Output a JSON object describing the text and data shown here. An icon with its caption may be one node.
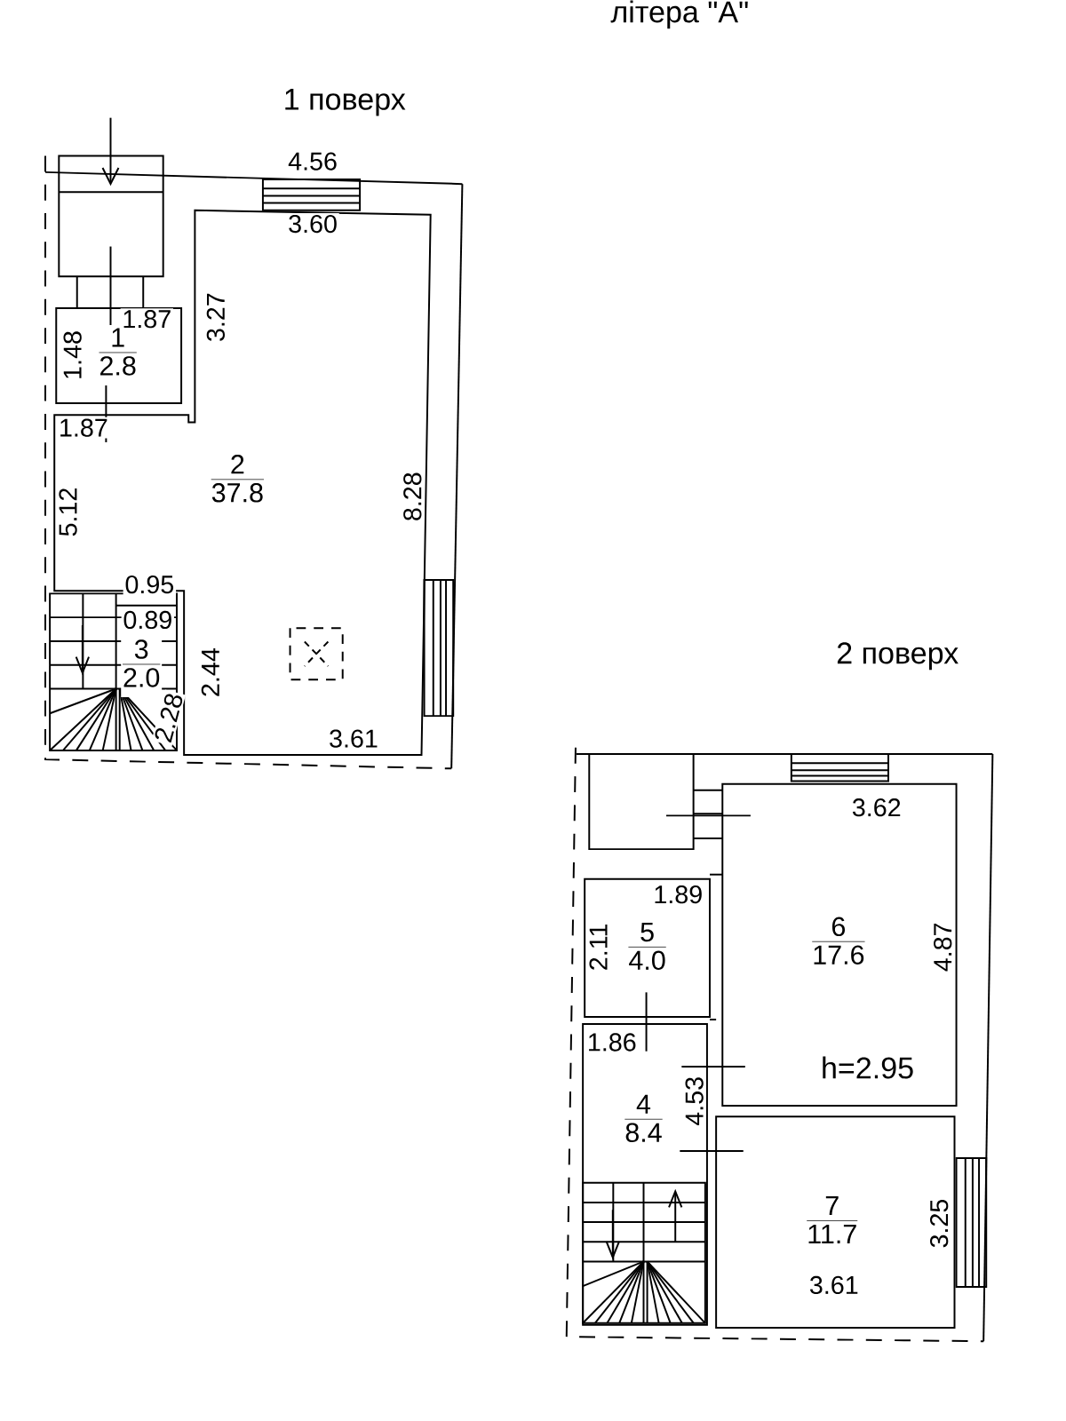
{
  "diagram": {
    "title": "літера \"А\"",
    "nodes": [
      {
        "text": [
          "1",
          "2.8"
        ]
      },
      {
        "text": [
          "2",
          "37.8"
        ]
      },
      {
        "text": [
          "3",
          "2.0"
        ]
      },
      {
        "text": [
          "4",
          "8.4"
        ]
      },
      {
        "text": [
          "5",
          "4.0"
        ]
      },
      {
        "text": [
          "6",
          "17.6"
        ]
      },
      {
        "text": [
          "7",
          "11.7"
        ]
      }
    ],
    "labels": [
      "1 поверх",
      "4.56",
      "3.60",
      "1.87",
      "3.27",
      "1.48",
      "1.87",
      "5.12",
      "8.28",
      "0.95",
      "0.89",
      "2.44",
      "2.28",
      "3.61",
      "2 поверх",
      "3.62",
      "1.89",
      "2.11",
      "4.87",
      "1.86",
      "h=2.95",
      "4.53",
      "3.25",
      "3.61"
    ]
  }
}
